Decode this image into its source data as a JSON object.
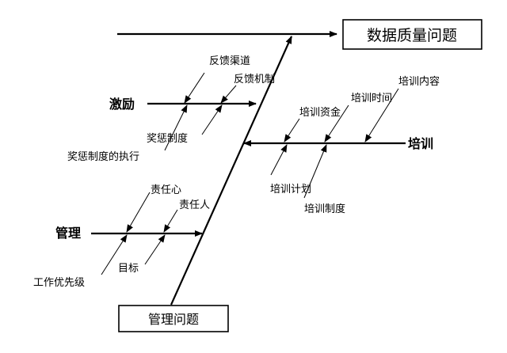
{
  "diagram": {
    "problem": "数据质量问题",
    "root_box": "管理问题",
    "categories": {
      "incentive": {
        "label": "激励",
        "causes": [
          "反馈渠道",
          "反馈机制",
          "奖惩制度",
          "奖惩制度的执行"
        ]
      },
      "training": {
        "label": "培训",
        "causes": [
          "培训内容",
          "培训时间",
          "培训资金",
          "培训计划",
          "培训制度"
        ]
      },
      "management": {
        "label": "管理",
        "causes": [
          "责任心",
          "责任人",
          "目标",
          "工作优先级"
        ]
      }
    }
  }
}
